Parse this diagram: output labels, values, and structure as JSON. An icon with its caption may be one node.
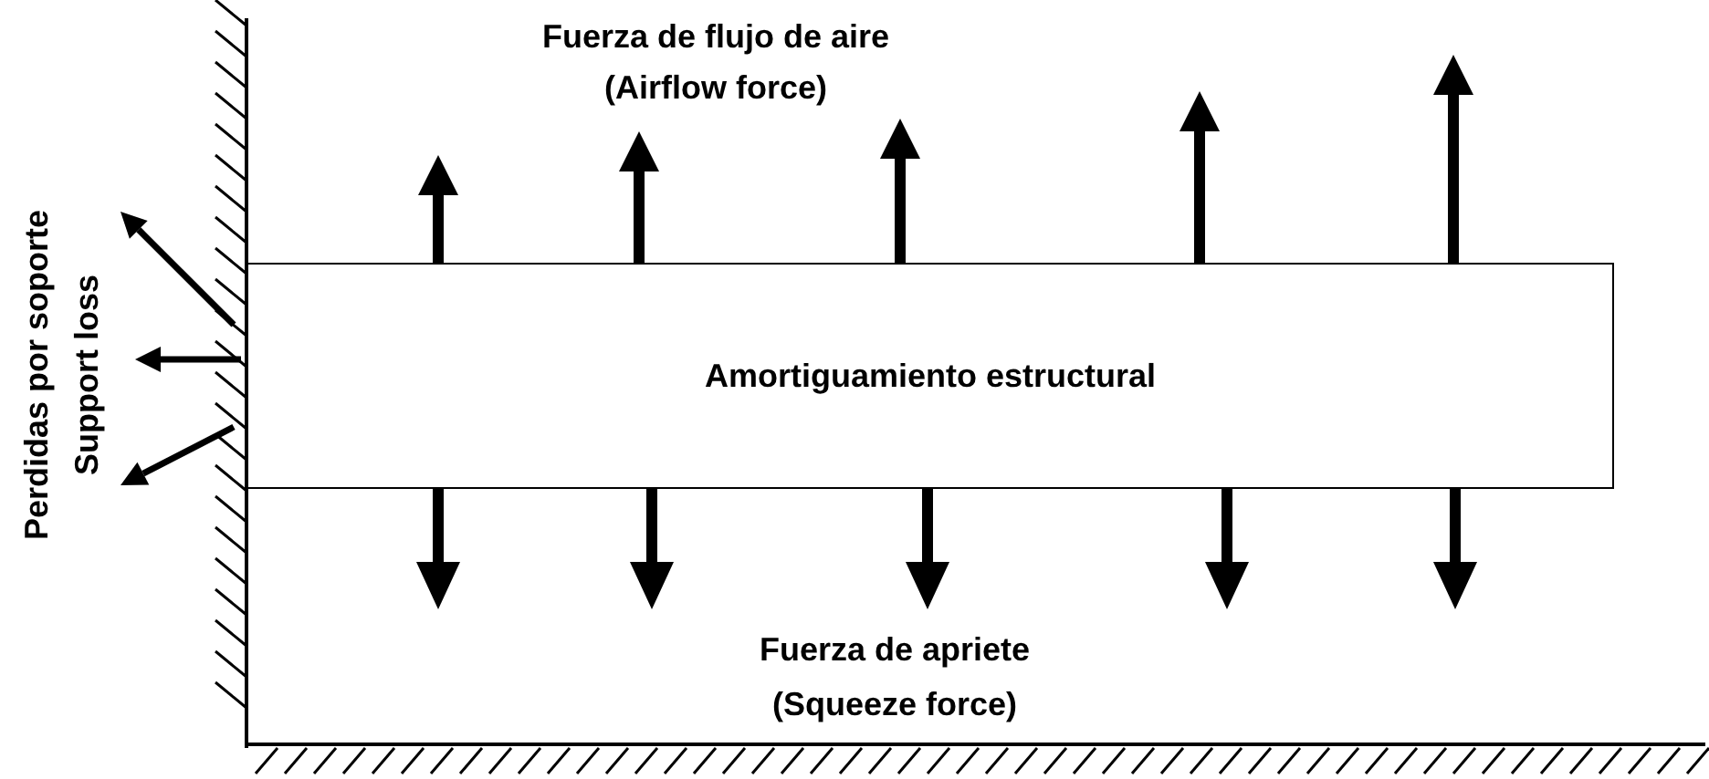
{
  "diagram": {
    "nodes": [
      {
        "text": [
          "Amortiguamiento estructural"
        ]
      }
    ],
    "labels": [
      "Fuerza de flujo de aire",
      "(Airflow force)",
      "Perdidas por soporte",
      "Support loss",
      "Fuerza de apriete",
      "(Squeeze force)"
    ]
  }
}
